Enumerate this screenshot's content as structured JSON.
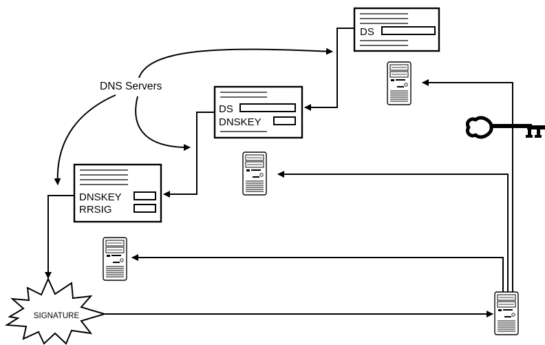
{
  "labels": {
    "dns_servers": "DNS Servers",
    "signature": "SIGNATURE"
  },
  "records": {
    "top": {
      "ds": "DS"
    },
    "middle": {
      "ds": "DS",
      "dnskey": "DNSKEY"
    },
    "bottom": {
      "dnskey": "DNSKEY",
      "rrsig": "RRSIG"
    }
  },
  "icons": {
    "server": "server-tower-icon",
    "key": "key-icon",
    "signature": "starburst-shape"
  },
  "colors": {
    "stroke": "#000000",
    "background": "#ffffff"
  }
}
